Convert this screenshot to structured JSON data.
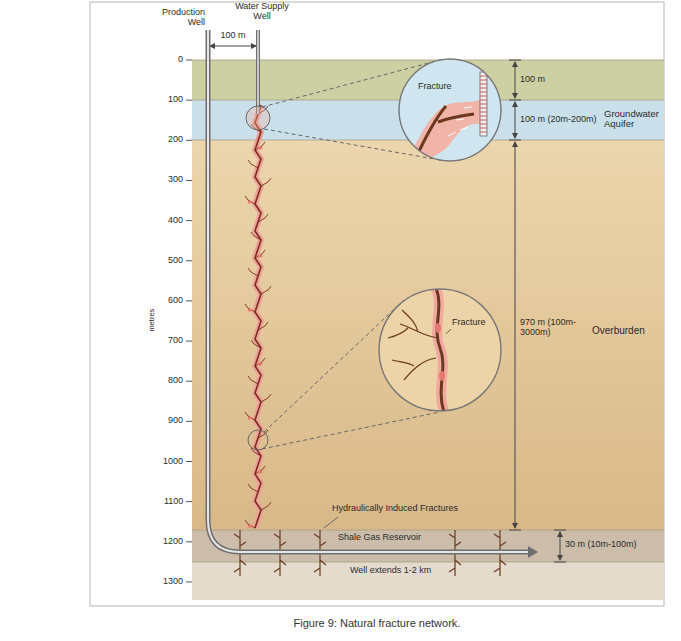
{
  "diagram": {
    "caption": "Figure 9: Natural fracture network.",
    "nodes": [
      {
        "text": [
          "Groundwater Aquifer"
        ]
      },
      {
        "text": [
          "Overburden"
        ]
      },
      {
        "text": [
          "Shale Gas Reservoir"
        ]
      },
      {
        "text": [
          "Fracture"
        ]
      },
      {
        "text": [
          "Fracture"
        ]
      }
    ],
    "labels": [
      "Production Well",
      "Water Supply Well",
      "100 m",
      "0",
      "100",
      "200",
      "300",
      "400",
      "500",
      "600",
      "700",
      "800",
      "900",
      "1000",
      "1100",
      "1200",
      "1300",
      "metres",
      "100 m",
      "100 m (20m-200m)",
      "970 m (100m-3000m)",
      "Hydraulically Induced Fractures",
      "30 m (10m-100m)",
      "Well extends 1-2 km"
    ]
  }
}
